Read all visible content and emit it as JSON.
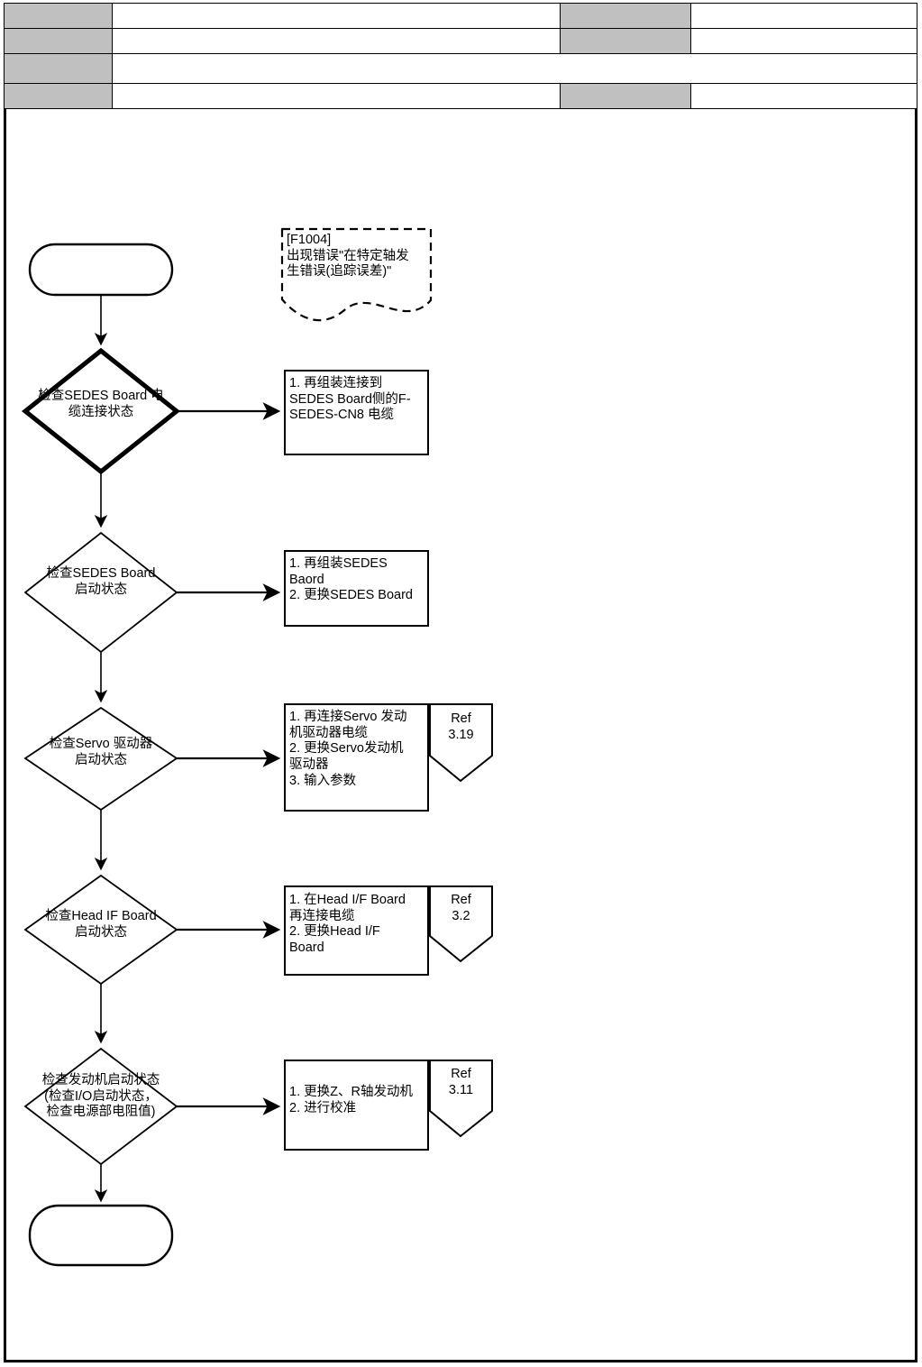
{
  "document": {
    "type": "troubleshooting-flowchart",
    "frame_border_color": "#000000",
    "background_color": "#ffffff"
  },
  "header_table": {
    "gray_fill": "#c0c0c0",
    "rows": [
      {
        "label_cell": "",
        "value_cell": "",
        "label_cell2": "",
        "value_cell2": ""
      },
      {
        "label_cell": "",
        "value_cell": "",
        "label_cell2": "",
        "value_cell2": ""
      },
      {
        "label_cell": "",
        "value_cell": ""
      },
      {
        "label_cell": "",
        "value_cell": "",
        "label_cell2": "",
        "value_cell2": ""
      }
    ]
  },
  "flowchart": {
    "start_node": {
      "label": "",
      "shape": "terminator"
    },
    "end_node": {
      "label": "",
      "shape": "terminator"
    },
    "note": {
      "code": "[F1004]",
      "line1": "出现错误\"在特定轴发",
      "line2": "生错误(追踪误差)\"",
      "text": "[F1004]\n出现错误\"在特定轴发\n生错误(追踪误差)\""
    },
    "steps": [
      {
        "decision": "检查SEDES Board 电\n缆连接状态",
        "action": "1. 再组装连接到\nSEDES Board侧的F-\nSEDES-CN8 电缆",
        "ref": null
      },
      {
        "decision": "检查SEDES Board\n启动状态",
        "action": "1. 再组装SEDES\nBaord\n2. 更换SEDES Board",
        "ref": null
      },
      {
        "decision": "检查Servo 驱动器\n启动状态",
        "action": "1. 再连接Servo 发动\n机驱动器电缆\n2. 更换Servo发动机\n驱动器\n3. 输入参数",
        "ref": "Ref\n3.19"
      },
      {
        "decision": "检查Head IF Board\n启动状态",
        "action": "1. 在Head I/F Board\n再连接电缆\n2. 更换Head I/F\nBoard",
        "ref": "Ref\n3.2"
      },
      {
        "decision": "检查发动机启动状态\n(检查I/O启动状态，\n检查电源部电阻值)",
        "action": "1. 更换Z、R轴发动机\n2. 进行校准",
        "ref": "Ref\n3.11"
      }
    ]
  }
}
